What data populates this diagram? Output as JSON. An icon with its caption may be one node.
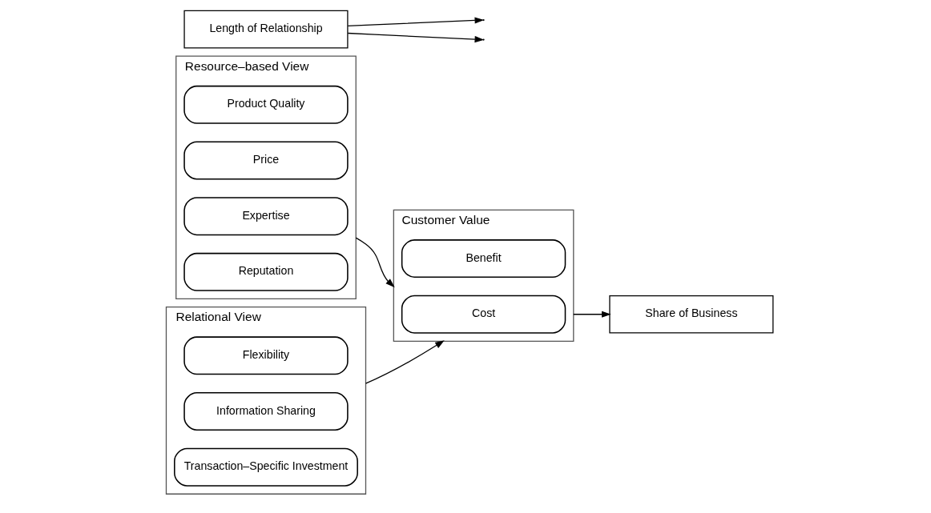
{
  "diagram": {
    "nodes": [
      {
        "text": [
          "Resource–based View"
        ]
      },
      {
        "text": [
          "Product Quality"
        ],
        "in": 0
      },
      {
        "text": [
          "Price"
        ],
        "in": 0
      },
      {
        "text": [
          "Expertise"
        ],
        "in": 0
      },
      {
        "text": [
          "Reputation"
        ],
        "in": 0
      },
      {
        "text": [
          "Relational View"
        ]
      },
      {
        "text": [
          "Flexibility"
        ],
        "in": 5
      },
      {
        "text": [
          "Information Sharing"
        ],
        "in": 5
      },
      {
        "text": [
          "Transaction–Specific Investment"
        ],
        "in": 5
      },
      {
        "text": [
          "Customer Value"
        ]
      },
      {
        "text": [
          "Benefit"
        ],
        "in": 9
      },
      {
        "text": [
          "Cost"
        ],
        "in": 9
      },
      {
        "text": [
          "Share of Business"
        ]
      },
      {
        "text": [
          "Length of Relationship"
        ]
      }
    ],
    "edges": [
      {
        "from": 0,
        "to": 9,
        "arrow": "to"
      },
      {
        "from": 5,
        "to": 9,
        "arrow": "to"
      },
      {
        "from": 13,
        "to": null,
        "arrow": "to"
      },
      {
        "from": 13,
        "to": null,
        "arrow": "to"
      },
      {
        "from": 9,
        "to": 12,
        "arrow": "to"
      }
    ]
  }
}
